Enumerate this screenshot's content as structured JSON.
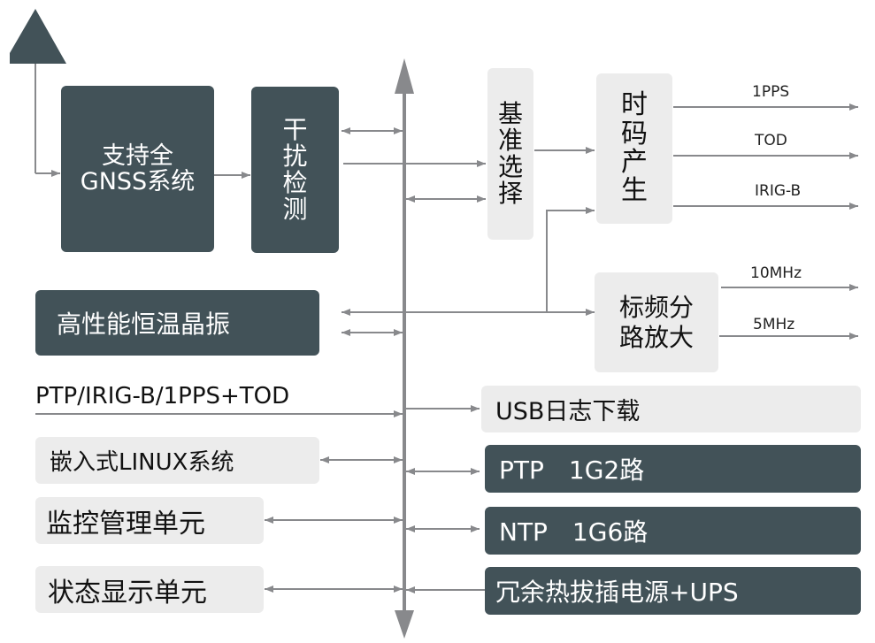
{
  "diagram": {
    "colors": {
      "dark_box": "#425258",
      "light_box": "#ececec",
      "connector": "#88898c",
      "antenna": "#425258"
    },
    "antenna": {
      "icon": "antenna-triangle-icon"
    },
    "gnss_box": {
      "line1": "支持全",
      "line2": "GNSS系统"
    },
    "interference_box": {
      "chars": [
        "干",
        "扰",
        "检",
        "测"
      ]
    },
    "reference_select_box": {
      "chars": [
        "基",
        "准",
        "选",
        "择"
      ]
    },
    "timecode_box": {
      "chars": [
        "时",
        "码",
        "产",
        "生"
      ]
    },
    "timecode_outputs": [
      "1PPS",
      "TOD",
      "IRIG-B"
    ],
    "freq_box": {
      "line1": "标频分",
      "line2": "路放大"
    },
    "freq_outputs": [
      "10MHz",
      "5MHz"
    ],
    "ocxo_box": {
      "label": "高性能恒温晶振"
    },
    "external_input": {
      "label": "PTP/IRIG-B/1PPS+TOD"
    },
    "linux_box": {
      "label": "嵌入式LINUX系统"
    },
    "monitor_box": {
      "label": "监控管理单元"
    },
    "status_box": {
      "label": "状态显示单元"
    },
    "usb_box": {
      "label": "USB日志下载"
    },
    "ptp_box": {
      "label": "PTP　1G2路"
    },
    "ntp_box": {
      "label": "NTP　1G6路"
    },
    "power_box": {
      "label": "冗余热拔插电源+UPS"
    }
  }
}
